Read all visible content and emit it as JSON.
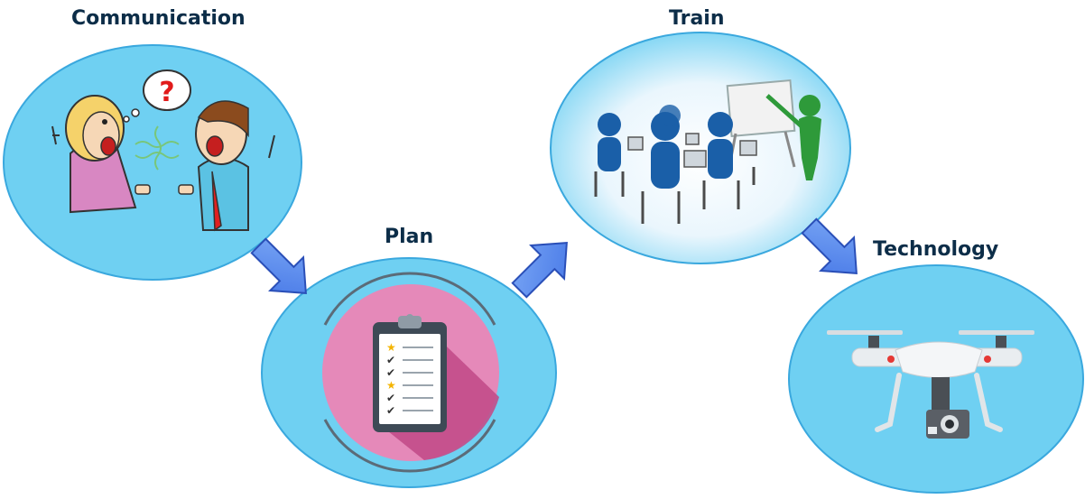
{
  "diagram": {
    "title": "",
    "steps": [
      {
        "id": "communication",
        "label": "Communication",
        "illustration": "two-people-arguing-icon"
      },
      {
        "id": "plan",
        "label": "Plan",
        "illustration": "clipboard-checklist-icon"
      },
      {
        "id": "train",
        "label": "Train",
        "illustration": "classroom-training-icon"
      },
      {
        "id": "technology",
        "label": "Technology",
        "illustration": "drone-icon"
      }
    ],
    "flow": [
      "communication",
      "plan",
      "train",
      "technology"
    ],
    "colors": {
      "bubble_fill": "#6fd0f2",
      "bubble_stroke": "#3aa8de",
      "arrow_fill": "#5b8ef0",
      "arrow_stroke": "#2a4fb8",
      "label_text": "#0c2d48",
      "plan_circle": "#e589b9",
      "figure_blue": "#1a5fa8",
      "trainer_green": "#2e9a3a"
    }
  }
}
